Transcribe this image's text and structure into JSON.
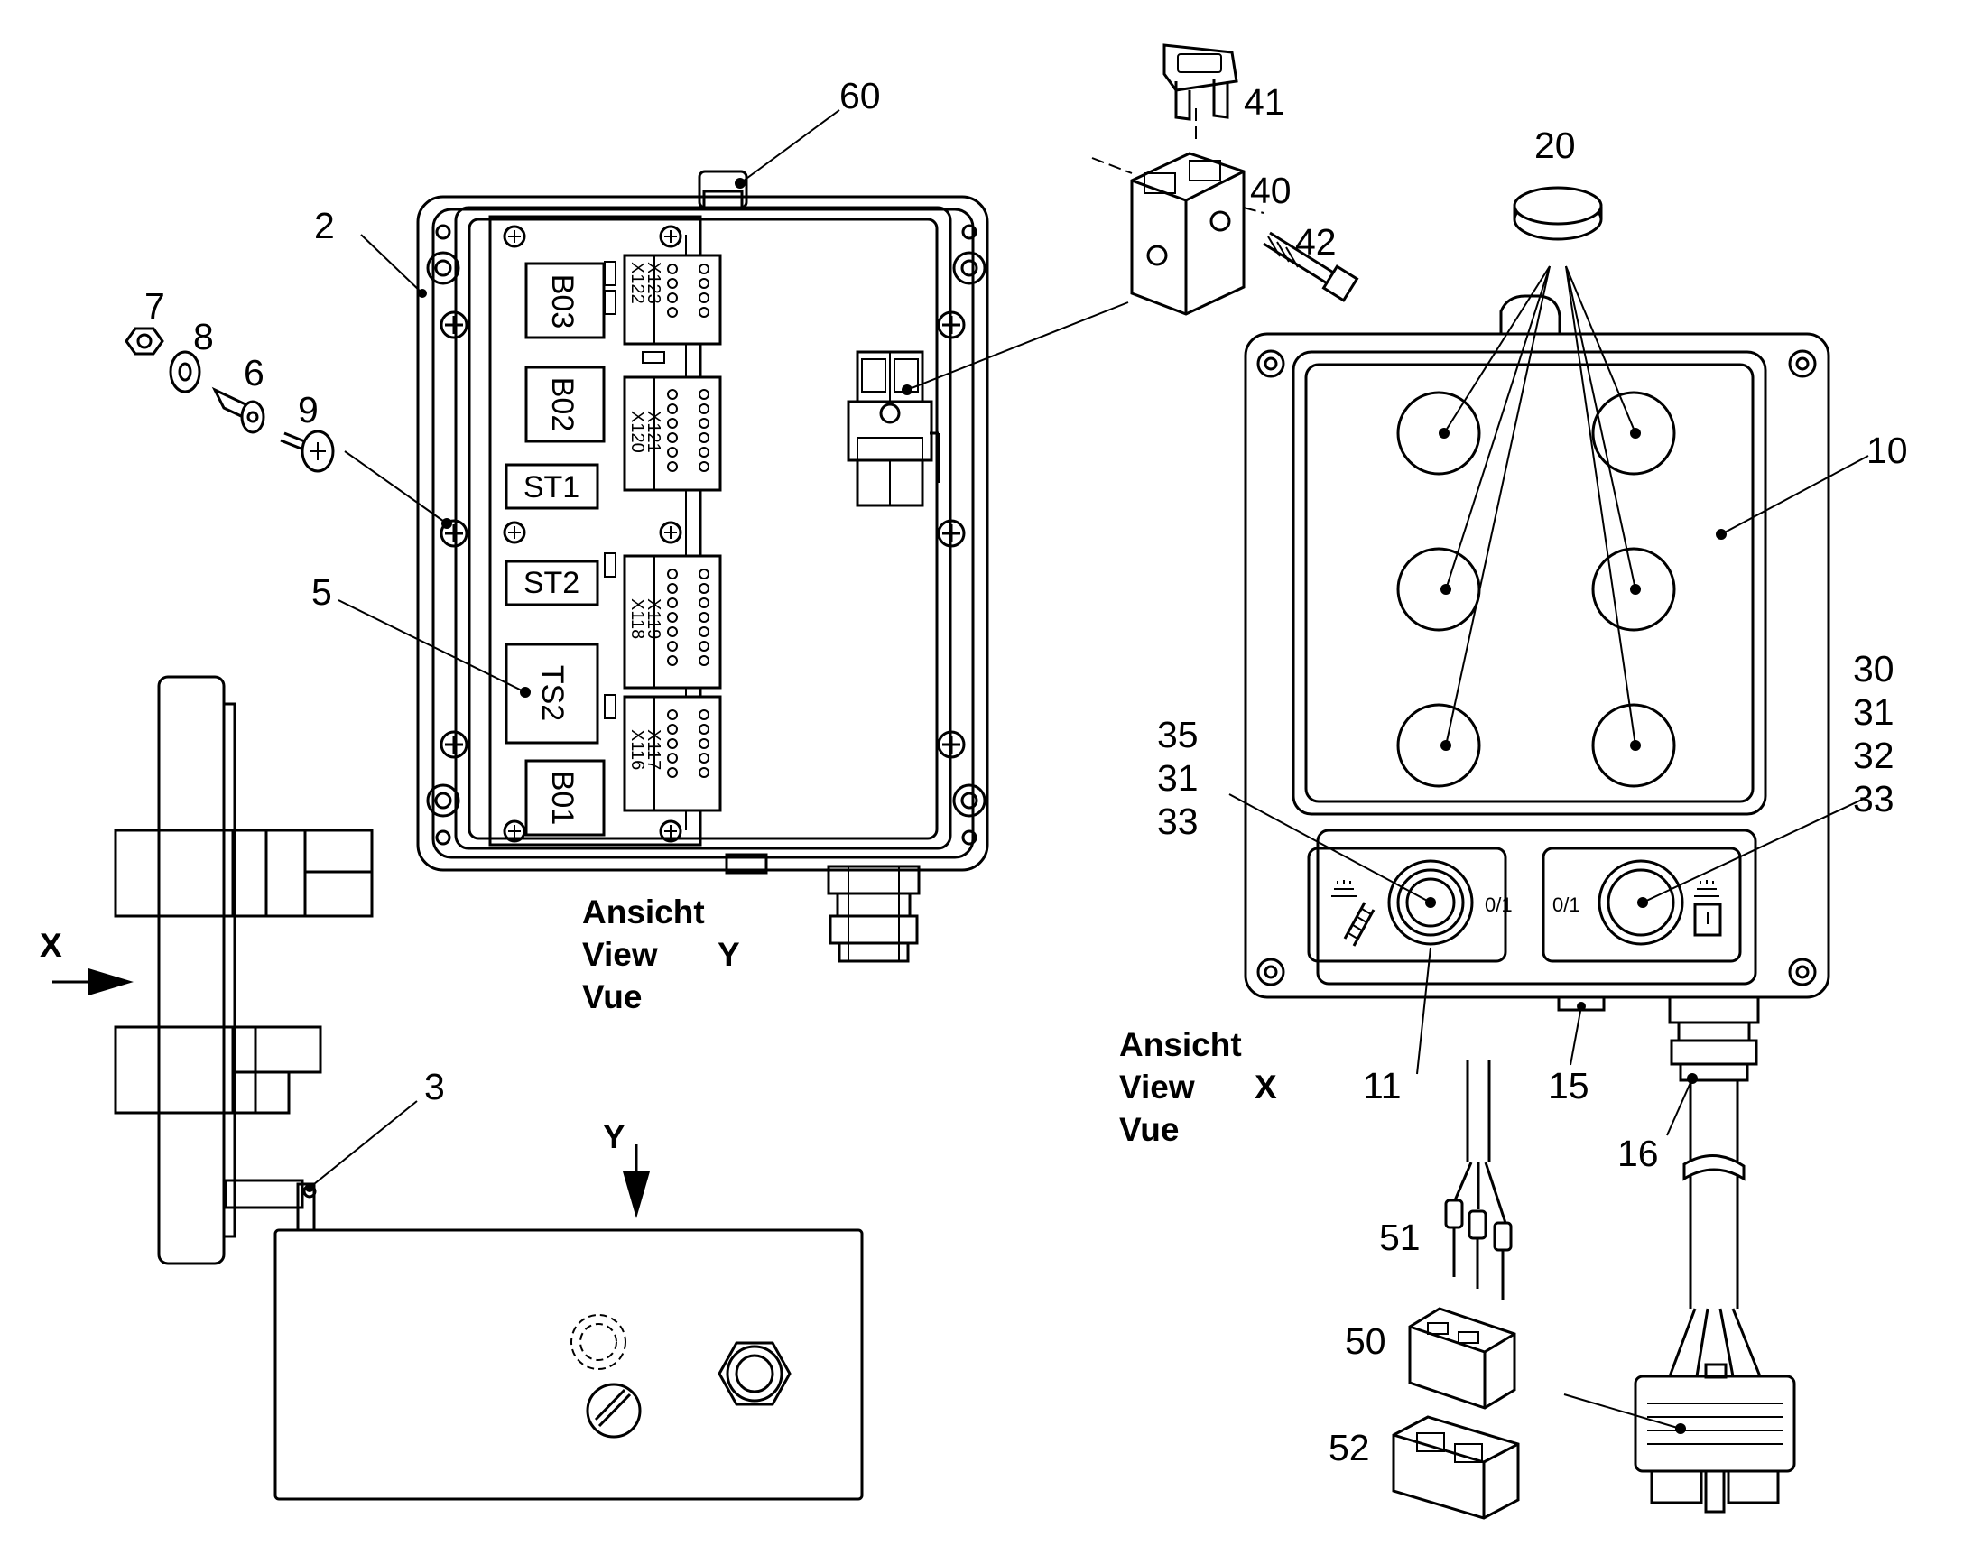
{
  "callouts": {
    "n60": "60",
    "n41": "41",
    "n40": "40",
    "n42": "42",
    "n20": "20",
    "n2": "2",
    "n7": "7",
    "n8": "8",
    "n6": "6",
    "n9": "9",
    "n5": "5",
    "n10": "10",
    "n3": "3",
    "n11": "11",
    "n15": "15",
    "n16": "16",
    "n51": "51",
    "n50": "50",
    "n52": "52",
    "left_stack": [
      "35",
      "31",
      "33"
    ],
    "right_stack": [
      "30",
      "31",
      "32",
      "33"
    ]
  },
  "components": {
    "b03": "B03",
    "b02": "B02",
    "st1": "ST1",
    "st2": "ST2",
    "ts2": "TS2",
    "b01": "B01"
  },
  "terminal_strips": [
    {
      "a": "X122",
      "b": "X123"
    },
    {
      "a": "X120",
      "b": "X121"
    },
    {
      "a": "X118",
      "b": "X119"
    },
    {
      "a": "X116",
      "b": "X117"
    }
  ],
  "view_y": {
    "line1": "Ansicht",
    "line2": "View",
    "line3": "Vue",
    "letter": "Y"
  },
  "view_x": {
    "line1": "Ansicht",
    "line2": "View",
    "line3": "Vue",
    "letter": "X"
  },
  "arrows": {
    "x": "X",
    "y": "Y"
  },
  "switch_labels": {
    "left": "0/1",
    "right": "0/1"
  }
}
